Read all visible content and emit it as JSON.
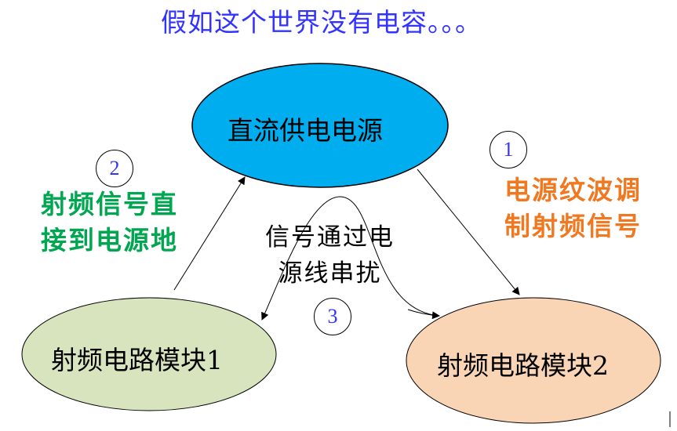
{
  "title": "假如这个世界没有电容。。。",
  "nodes": {
    "power": {
      "label": "直流供电电源",
      "color": "#00aeef"
    },
    "rf1": {
      "label": "射频电路模块1",
      "color": "#d7e4bd"
    },
    "rf2": {
      "label": "射频电路模块2",
      "color": "#f9d5b5"
    }
  },
  "annotations": {
    "one": {
      "number": "1",
      "line1": "电源纹波调",
      "line2": "制射频信号"
    },
    "two": {
      "number": "2",
      "line1": "射频信号直",
      "line2": "接到电源地"
    },
    "three": {
      "number": "3",
      "line1": "信号通过电",
      "line2": "源线串扰"
    }
  },
  "colors": {
    "title": "#3333ff",
    "green": "#00a650",
    "orange": "#f07820"
  }
}
